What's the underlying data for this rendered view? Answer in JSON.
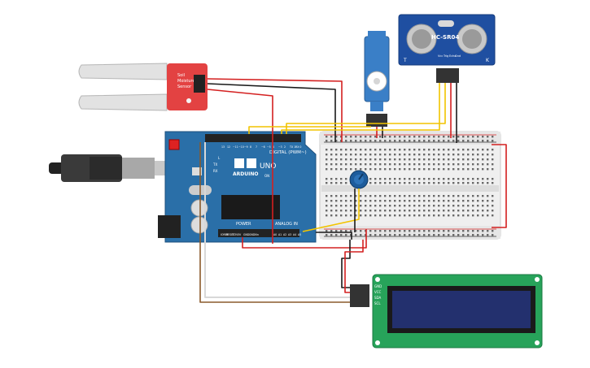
{
  "sensor": {
    "model": "HC-SR04",
    "pins": [
      "Vcc",
      "Trig",
      "Echo",
      "Gnd"
    ],
    "corner_label": "K",
    "left_label": "T"
  },
  "soil": {
    "module_lines": [
      "Soil",
      "Moisture",
      "Sensor"
    ]
  },
  "arduino": {
    "brand": "ARDUINO",
    "model": "UNO",
    "digital_label": "DIGITAL (PWM~)",
    "power_label": "POWER",
    "analog_label": "ANALOG IN",
    "aref": "AREF",
    "gnd": "GND",
    "tx": "TX",
    "rx": "RX",
    "l_led": "L",
    "on_led": "ON",
    "digital_pins": [
      "13",
      "12",
      "~11",
      "~10",
      "~9",
      "8",
      "7",
      "~6",
      "~5",
      "4",
      "~3",
      "2",
      "TX 1",
      "RX 0"
    ],
    "power_pins": [
      "IOREF",
      "RESET",
      "3.3V",
      "5V",
      "GND",
      "GND",
      "Vin"
    ],
    "analog_pins": [
      "A0",
      "A1",
      "A2",
      "A3",
      "A4",
      "A5"
    ]
  },
  "lcd": {
    "pins": [
      "GND",
      "VCC",
      "SDA",
      "SCL"
    ]
  },
  "colors": {
    "arduino_board": "#2a6fa8",
    "lcd_board": "#27a35a",
    "lcd_screen": "#23306e",
    "sensor_board": "#1f4fa1",
    "soil_board": "#e34242",
    "servo_body": "#3a7fc7",
    "wire_red": "#d42020",
    "wire_black": "#1a1a1a",
    "wire_yellow": "#f2c400",
    "wire_white": "#e8e8e8",
    "wire_brown": "#8a5a2b"
  }
}
